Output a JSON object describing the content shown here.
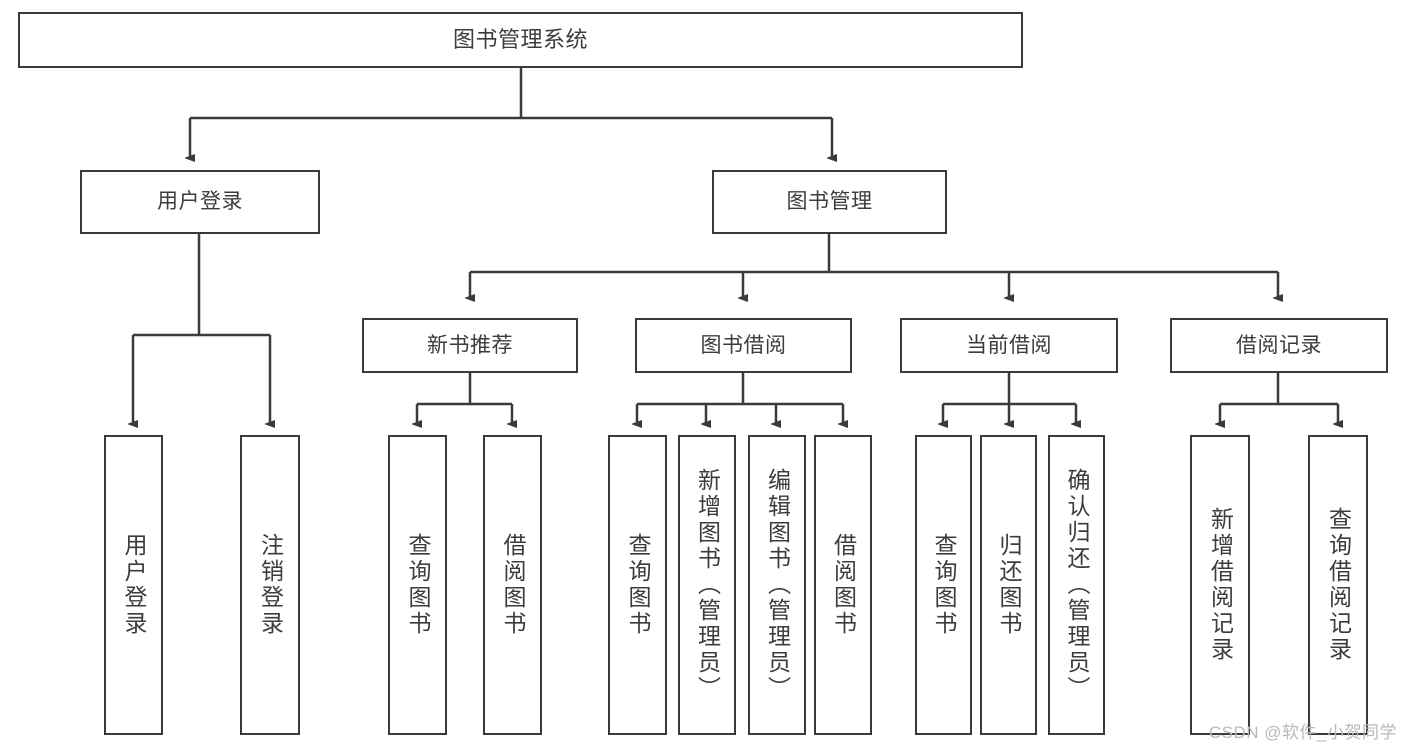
{
  "diagram": {
    "type": "tree-hierarchy",
    "title": "图书管理系统",
    "watermark": "CSDN @软件_小贺同学",
    "colors": {
      "stroke": "#3a3a3a",
      "text": "#3c3c3c",
      "background": "#ffffff",
      "watermark": "#b9b9b9"
    },
    "nodes": {
      "root": {
        "label": "图书管理系统"
      },
      "level1": [
        {
          "id": "user-login",
          "label": "用户登录"
        },
        {
          "id": "book-manage",
          "label": "图书管理"
        }
      ],
      "level2": [
        {
          "id": "new-book-rec",
          "label": "新书推荐"
        },
        {
          "id": "book-borrow",
          "label": "图书借阅"
        },
        {
          "id": "current-borrow",
          "label": "当前借阅"
        },
        {
          "id": "borrow-record",
          "label": "借阅记录"
        }
      ],
      "leaves": {
        "user-login": [
          {
            "id": "leaf-user-login",
            "label": "用户登录"
          },
          {
            "id": "leaf-logout",
            "label": "注销登录"
          }
        ],
        "new-book-rec": [
          {
            "id": "leaf-query-book-1",
            "label": "查询图书"
          },
          {
            "id": "leaf-borrow-book-1",
            "label": "借阅图书"
          }
        ],
        "book-borrow": [
          {
            "id": "leaf-query-book-2",
            "label": "查询图书"
          },
          {
            "id": "leaf-add-book",
            "label": "新增图书（管理员）"
          },
          {
            "id": "leaf-edit-book",
            "label": "编辑图书（管理员）"
          },
          {
            "id": "leaf-borrow-book-2",
            "label": "借阅图书"
          }
        ],
        "current-borrow": [
          {
            "id": "leaf-query-book-3",
            "label": "查询图书"
          },
          {
            "id": "leaf-return-book",
            "label": "归还图书"
          },
          {
            "id": "leaf-confirm-return",
            "label": "确认归还（管理员）"
          }
        ],
        "borrow-record": [
          {
            "id": "leaf-add-record",
            "label": "新增借阅记录"
          },
          {
            "id": "leaf-query-record",
            "label": "查询借阅记录"
          }
        ]
      }
    }
  }
}
